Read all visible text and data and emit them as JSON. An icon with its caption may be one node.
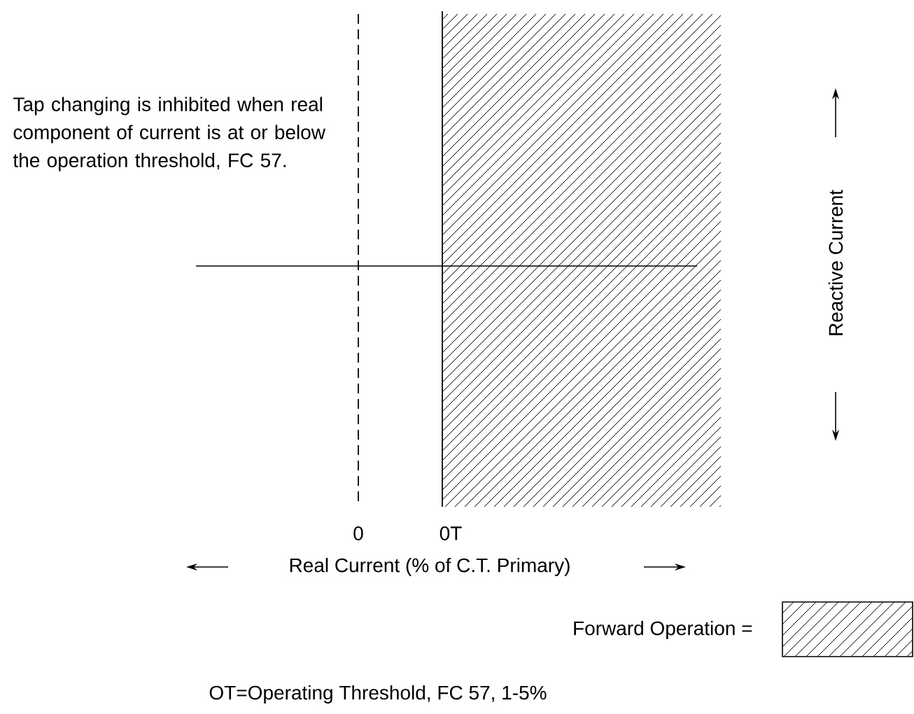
{
  "diagram": {
    "labels": [
      "Tap changing is inhibited when real component of current is at or below the operation threshold, FC 57.",
      "0",
      "0T",
      "Reactive Current",
      "Real Current (% of C.T. Primary)",
      "OT=Operating Threshold, FC 57, 1-5%"
    ],
    "legend": [
      {
        "text": "Forward Operation ="
      }
    ]
  }
}
